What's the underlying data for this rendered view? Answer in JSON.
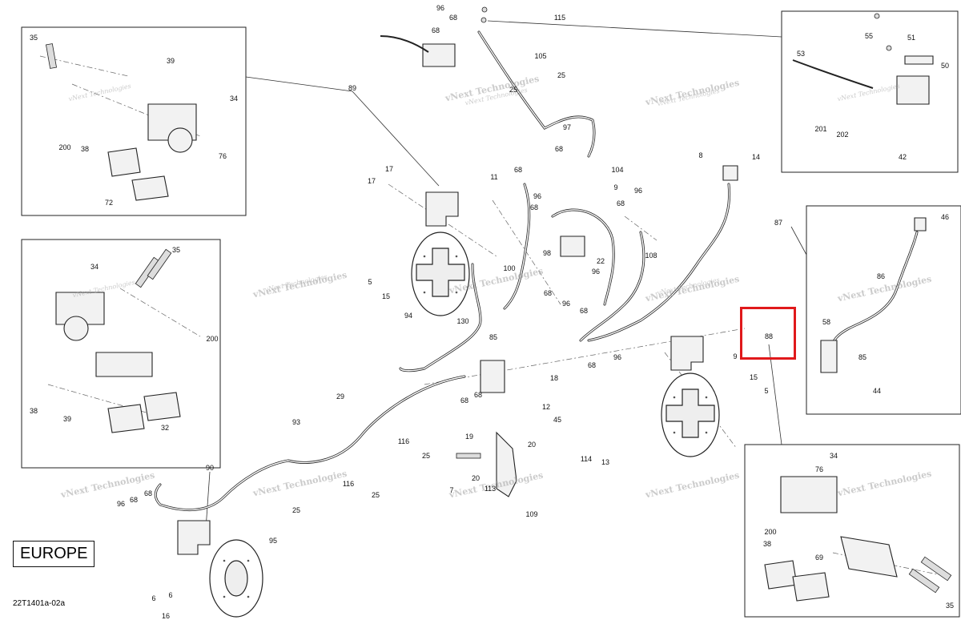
{
  "region_label": "EUROPE",
  "part_code": "22T1401a-02a",
  "watermark_main": "vNext Technologies",
  "watermark_small": "vNext Technologies",
  "highlight_color": "#e0191b",
  "highlighted_part": "88",
  "callouts": [
    "96",
    "68",
    "68",
    "115",
    "105",
    "25",
    "25",
    "97",
    "68",
    "89",
    "35",
    "39",
    "34",
    "200",
    "38",
    "76",
    "72",
    "17",
    "17",
    "11",
    "68",
    "96",
    "68",
    "104",
    "9",
    "96",
    "68",
    "8",
    "14",
    "87",
    "46",
    "5",
    "15",
    "94",
    "100",
    "98",
    "22",
    "96",
    "68",
    "96",
    "68",
    "108",
    "86",
    "58",
    "85",
    "44",
    "35",
    "34",
    "200",
    "38",
    "39",
    "32",
    "130",
    "85",
    "18",
    "68",
    "68",
    "88",
    "96",
    "68",
    "9",
    "15",
    "5",
    "29",
    "93",
    "12",
    "45",
    "19",
    "20",
    "114",
    "13",
    "116",
    "25",
    "90",
    "68",
    "96",
    "68",
    "25",
    "116",
    "25",
    "7",
    "20",
    "113",
    "109",
    "95",
    "6",
    "6",
    "16",
    "34",
    "76",
    "38",
    "200",
    "69",
    "35",
    "53",
    "55",
    "51",
    "50",
    "201",
    "202",
    "42"
  ]
}
